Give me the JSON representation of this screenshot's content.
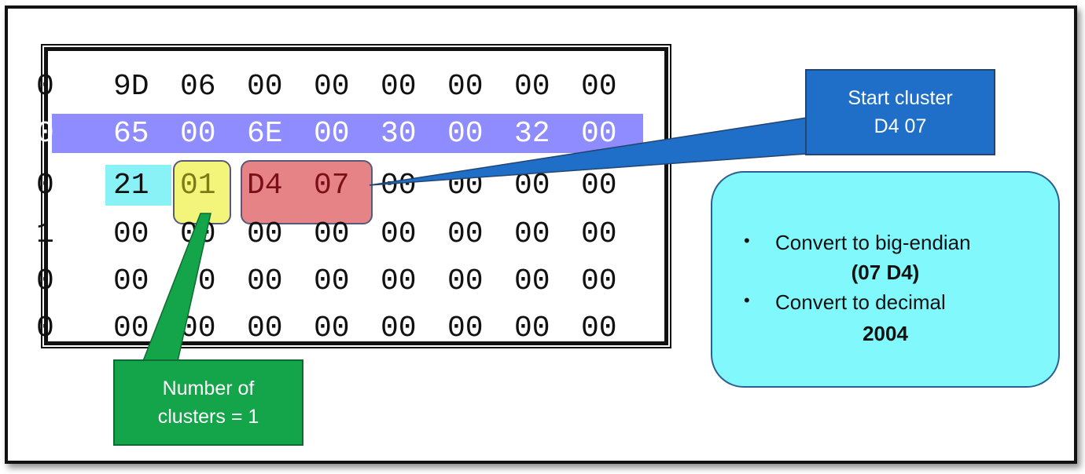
{
  "hex_rows": [
    {
      "offset": "0",
      "bytes": [
        "9D",
        "06",
        "00",
        "00",
        "00",
        "00",
        "00",
        "00"
      ]
    },
    {
      "offset": "0",
      "bytes": [
        "65",
        "00",
        "6E",
        "00",
        "30",
        "00",
        "32",
        "00"
      ]
    },
    {
      "offset": "0",
      "bytes": [
        "21",
        "01",
        "D4",
        "07",
        "00",
        "00",
        "00",
        "00"
      ]
    },
    {
      "offset": "1",
      "bytes": [
        "00",
        "00",
        "00",
        "00",
        "00",
        "00",
        "00",
        "00"
      ]
    },
    {
      "offset": "0",
      "bytes": [
        "00",
        "00",
        "00",
        "00",
        "00",
        "00",
        "00",
        "00"
      ]
    },
    {
      "offset": "0",
      "bytes": [
        "00",
        "00",
        "00",
        "00",
        "00",
        "00",
        "00",
        "00"
      ]
    }
  ],
  "callouts": {
    "start_cluster": {
      "line1": "Start cluster",
      "line2": "D4 07"
    },
    "number_of_clusters": {
      "line1": "Number of",
      "line2": "clusters = 1"
    }
  },
  "note": {
    "bullet1": "Convert to big-endian",
    "bullet1_value": "(07 D4)",
    "bullet2": "Convert to decimal",
    "bullet2_value": "2004",
    "bullet_glyph": "•"
  },
  "colors": {
    "selected_row": "#8e8cff",
    "cyan_highlight": "#88f2f7",
    "yellow_highlight": "#f2f57a",
    "red_highlight": "#dc5a5f",
    "blue_callout": "#1f6ec7",
    "green_callout": "#14a44a",
    "note_fill": "#80f8fc"
  }
}
